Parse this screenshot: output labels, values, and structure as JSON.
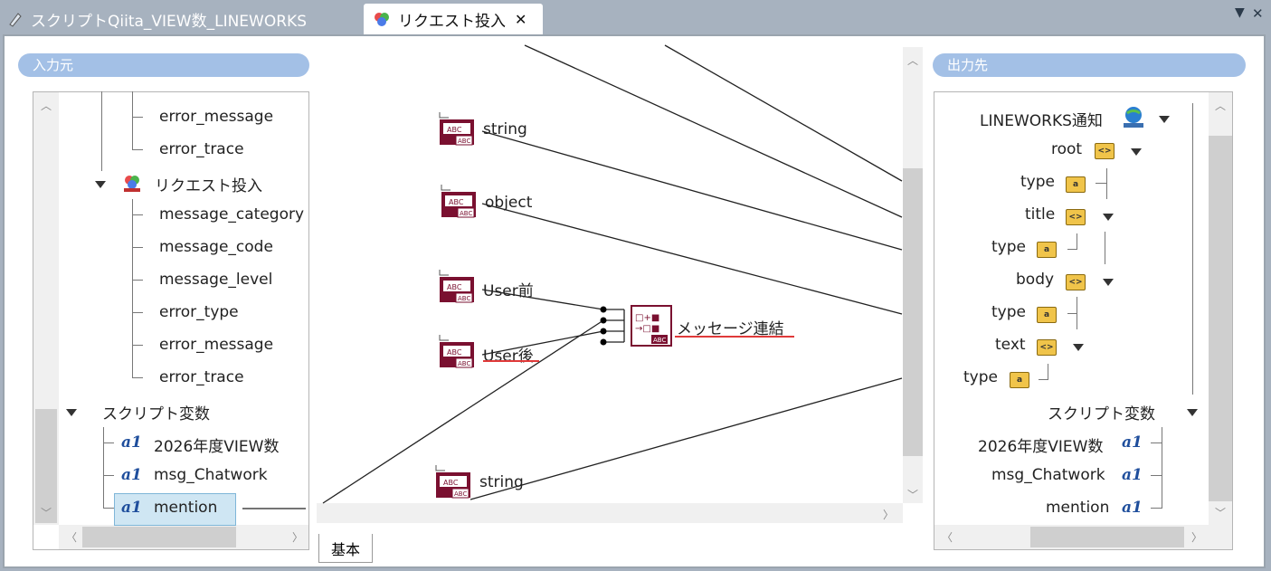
{
  "tabs": [
    {
      "label": "スクリプトQiita_VIEW数_LINEWORKS",
      "active": false
    },
    {
      "label": "リクエスト投入",
      "active": true
    }
  ],
  "input_panel": {
    "title": "入力元",
    "nodes": {
      "err_msg_1": "error_message",
      "err_trace_1": "error_trace",
      "request_group": "リクエスト投入",
      "msg_category": "message_category",
      "msg_code": "message_code",
      "msg_level": "message_level",
      "err_type": "error_type",
      "err_msg_2": "error_message",
      "err_trace_2": "error_trace",
      "script_vars": "スクリプト変数",
      "view_count": "2026年度VIEW数",
      "msg_chatwork": "msg_Chatwork",
      "mention": "mention"
    }
  },
  "mapping": {
    "nodes": {
      "string_1": "string",
      "object_1": "object",
      "user_before": "User前",
      "user_after": "User後",
      "concat": "メッセージ連結",
      "string_2": "string"
    }
  },
  "output_panel": {
    "title": "出力先",
    "nodes": {
      "lineworks": "LINEWORKS通知",
      "root": "root",
      "type_1": "type",
      "title": "title",
      "type_2": "type",
      "body": "body",
      "type_3": "type",
      "text": "text",
      "type_4": "type",
      "script_vars": "スクリプト変数",
      "view_count": "2026年度VIEW数",
      "msg_chatwork": "msg_Chatwork",
      "mention": "mention"
    }
  },
  "bottom_tab": "基本",
  "colors": {
    "panel_header": "#a3c0e6",
    "selection": "#cfe6f3",
    "accent_red": "#e03a3a",
    "tab_bar": "#a7b2bf"
  }
}
